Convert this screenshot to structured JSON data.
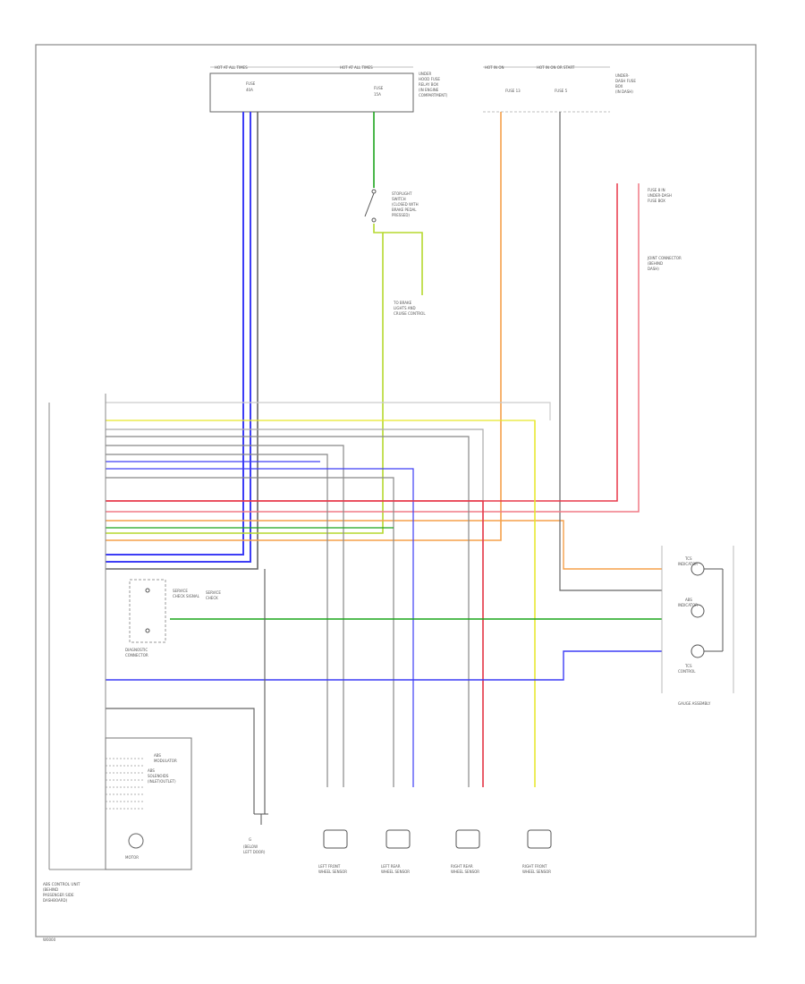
{
  "colors": {
    "blue": "#3d3df5",
    "green": "#1ca51c",
    "yellow": "#e6e629",
    "yellow_green": "#b6d92f",
    "orange": "#f5a04a",
    "red": "#e8394a",
    "gray": "#555555",
    "light_gray": "#aaaaaa"
  },
  "underhood_box_labels": [
    "HOT AT ALL TIMES",
    "HOT AT ALL TIMES",
    "HOT IN ON",
    "HOT IN ON OR START"
  ],
  "control_unit_label": "ABS CONTROL UNIT",
  "footer_code": "W0000"
}
